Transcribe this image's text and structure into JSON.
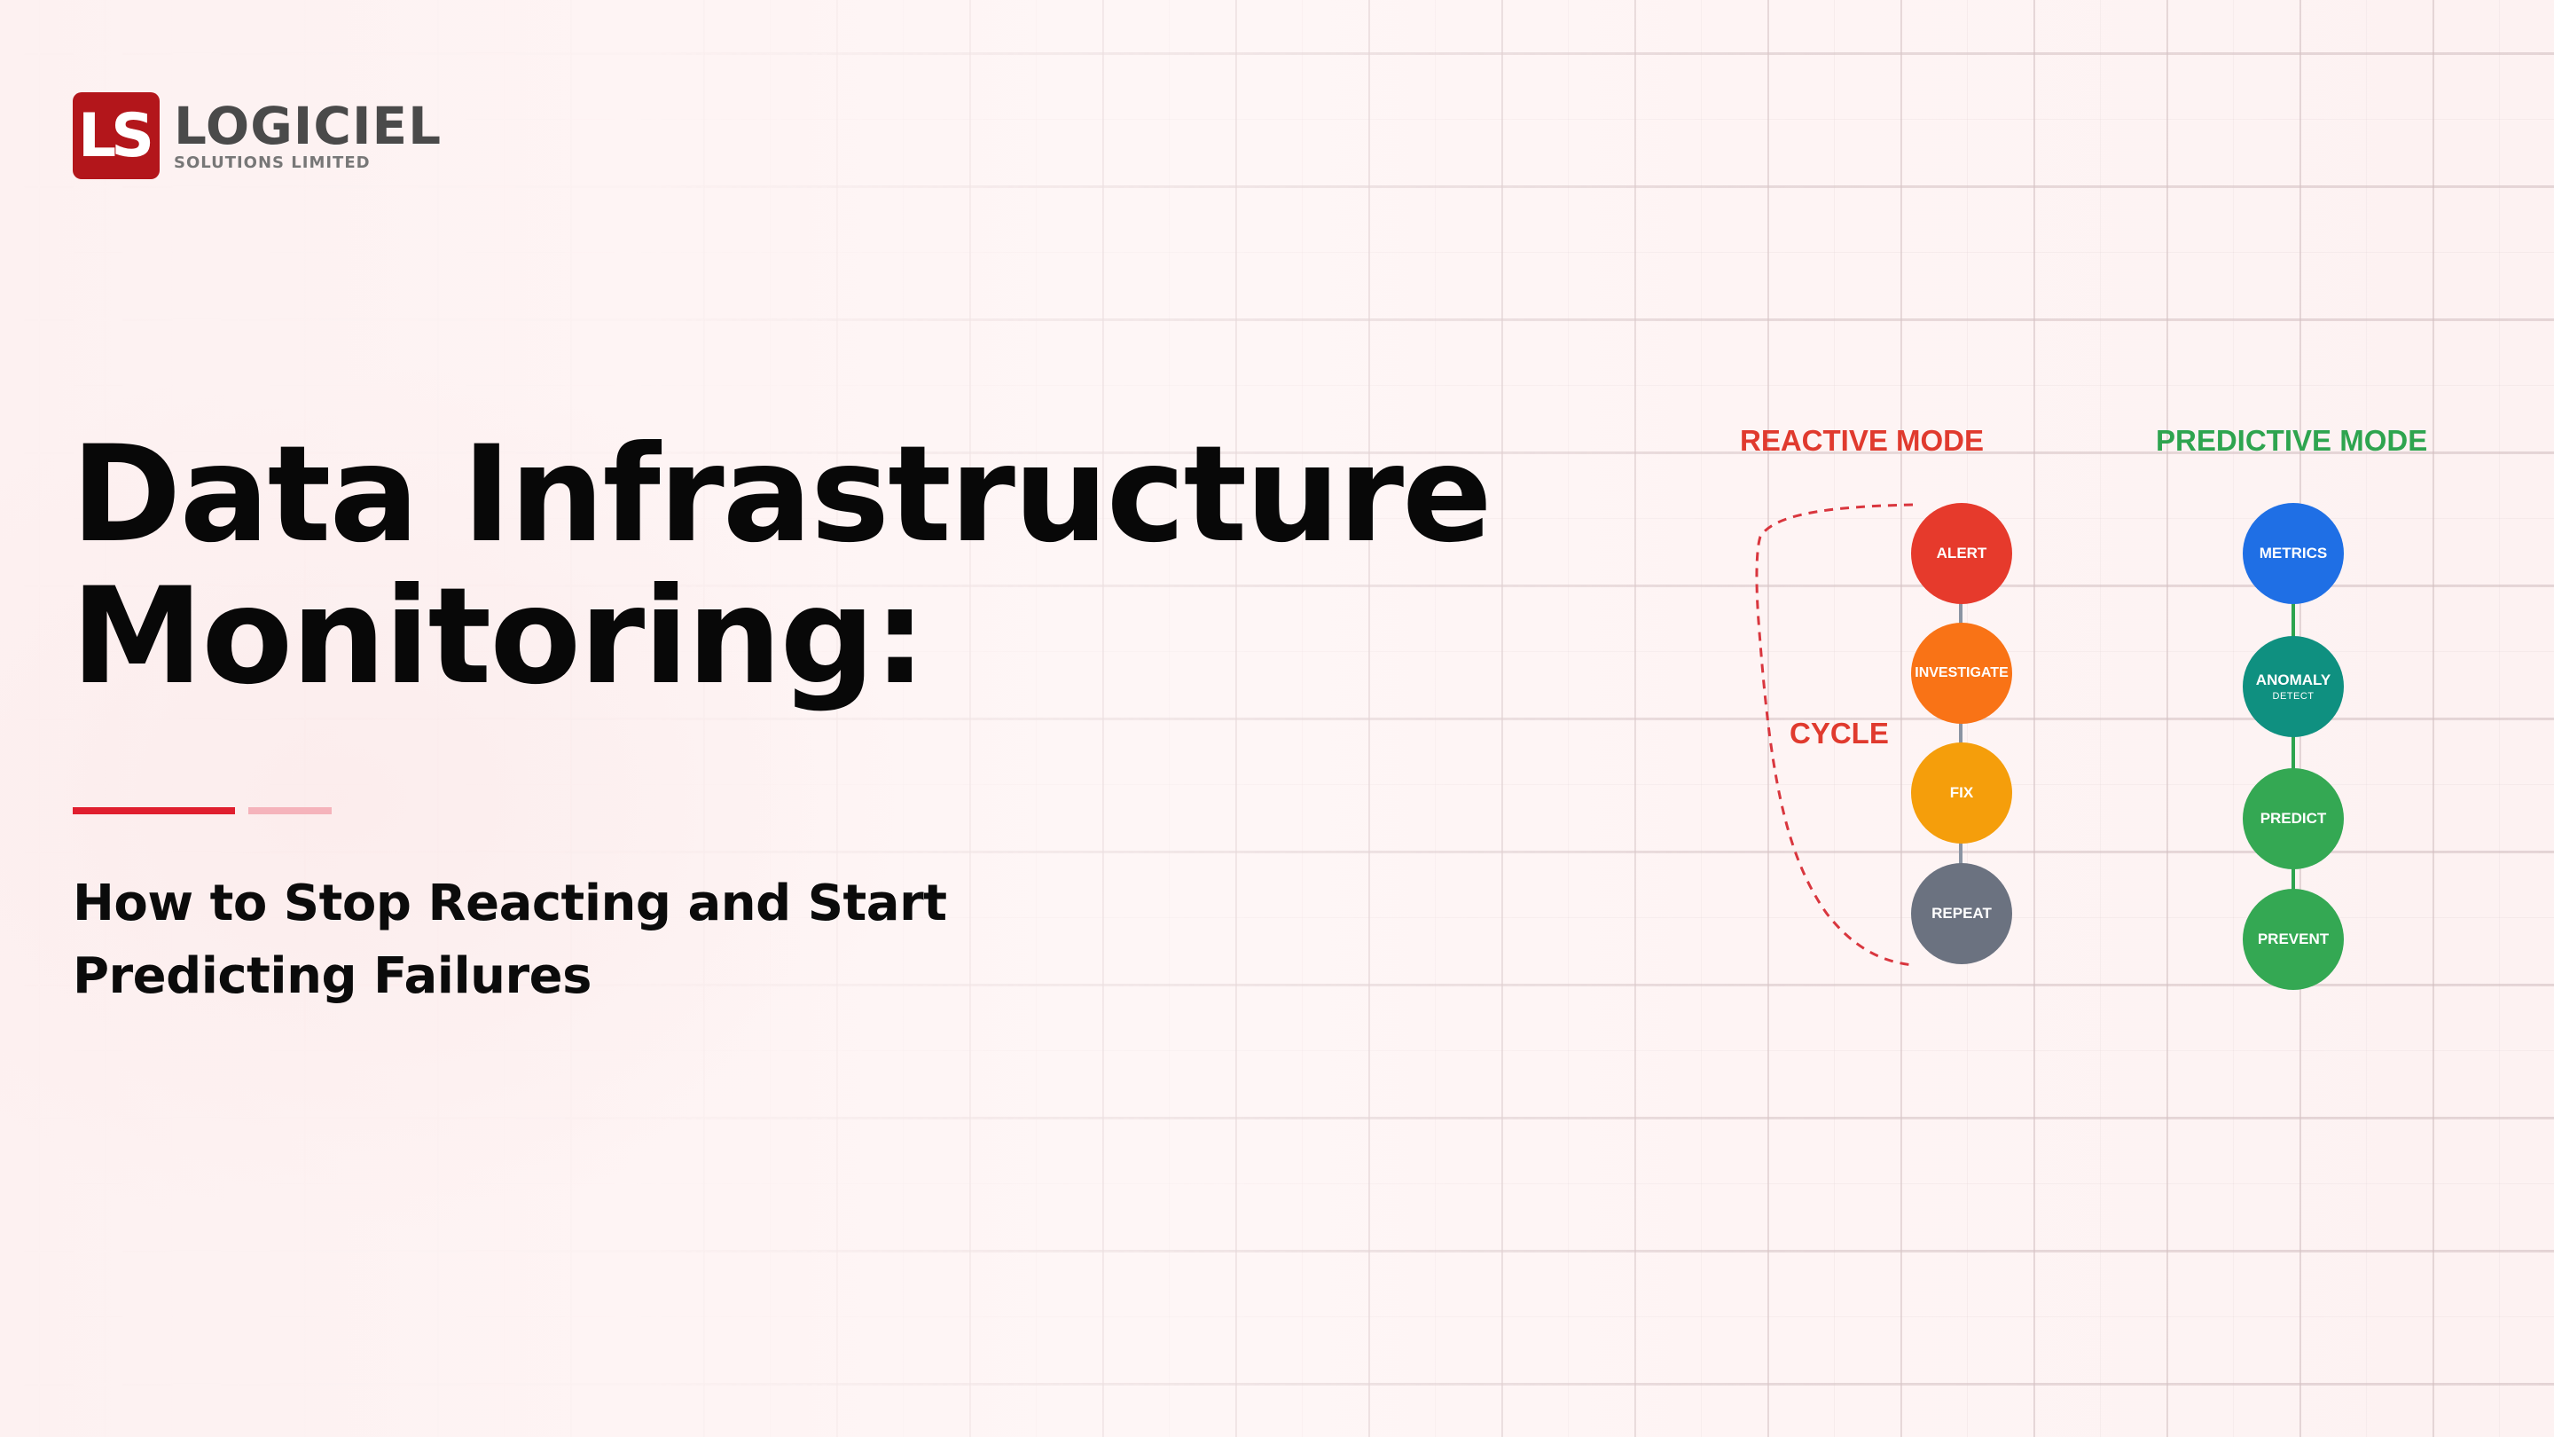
{
  "logo": {
    "mark": "LS",
    "name": "LOGICIEL",
    "tagline": "SOLUTIONS LIMITED",
    "brand_color": "#b3161b"
  },
  "hero": {
    "title_line1": "Data Infrastructure",
    "title_line2": "Monitoring:",
    "subtitle_line1": "How to Stop Reacting and Start",
    "subtitle_line2": "Predicting Failures",
    "accent_colors": [
      "#e01e2e",
      "#f5b3bb"
    ]
  },
  "diagram": {
    "reactive": {
      "label": "REACTIVE MODE",
      "color": "#e03a2e",
      "cycle_label": "CYCLE",
      "connector_color": "#8a94a3",
      "nodes": [
        {
          "label": "ALERT",
          "color": "#e63a2c"
        },
        {
          "label": "INVESTIGATE",
          "color": "#f97316"
        },
        {
          "label": "FIX",
          "color": "#f59e0b"
        },
        {
          "label": "REPEAT",
          "color": "#6b7280"
        }
      ]
    },
    "predictive": {
      "label": "PREDICTIVE MODE",
      "color": "#2ea44f",
      "connector_color": "#2ea44f",
      "nodes": [
        {
          "label": "METRICS",
          "sublabel": "",
          "color": "#1f6fe5"
        },
        {
          "label": "ANOMALY",
          "sublabel": "DETECT",
          "color": "#0f9080"
        },
        {
          "label": "PREDICT",
          "sublabel": "",
          "color": "#34a853"
        },
        {
          "label": "PREVENT",
          "sublabel": "",
          "color": "#34a853"
        }
      ]
    }
  }
}
